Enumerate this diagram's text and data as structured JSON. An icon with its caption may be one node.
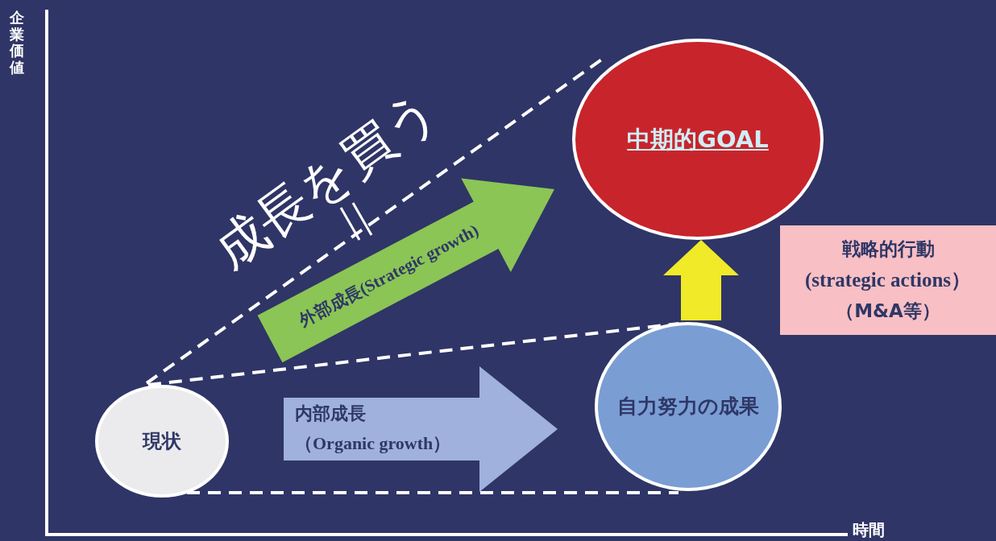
{
  "diagram": {
    "nodes": [
      {
        "text": [
          "現状"
        ]
      },
      {
        "text": [
          "自力努力の成果"
        ]
      },
      {
        "text": [
          "中期的GOAL"
        ]
      },
      {
        "text": [
          "戦略的行動",
          "(strategic actions）",
          "（M&A等）"
        ]
      }
    ],
    "edges": [
      {
        "from": 0,
        "to": 2,
        "arrow": "none",
        "style": "dashed"
      },
      {
        "from": 0,
        "to": 1,
        "arrow": "none",
        "style": "dashed"
      },
      {
        "from": 0,
        "to": 1,
        "arrow": "none",
        "style": "dashed"
      },
      {
        "from": 1,
        "to": 2,
        "arrow": "to",
        "style": "thick",
        "color": "#f0ea28"
      },
      {
        "from": 0,
        "to": 2,
        "arrow": "to",
        "style": "thick",
        "color": "#8bc556",
        "label": "外部成長(Strategic growth)"
      },
      {
        "from": 0,
        "to": 1,
        "arrow": "to",
        "style": "thick",
        "color": "#9fb1dc",
        "label": "内部成長（Organic growth）"
      }
    ],
    "labels": [
      "企業価値",
      "成長を買う",
      "時間"
    ]
  }
}
